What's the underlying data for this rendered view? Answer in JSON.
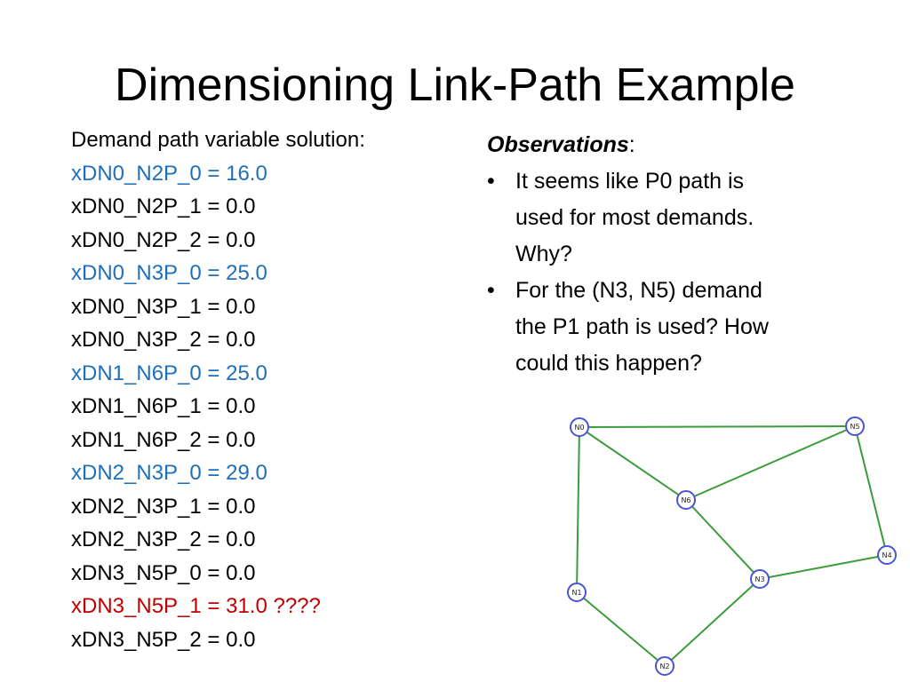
{
  "title": "Dimensioning Link-Path Example",
  "solution": {
    "heading": "Demand path variable solution:",
    "lines": [
      {
        "text": "xDN0_N2P_0 = 16.0",
        "color": "#1f6fb9"
      },
      {
        "text": "xDN0_N2P_1 = 0.0",
        "color": "#000000"
      },
      {
        "text": "xDN0_N2P_2 = 0.0",
        "color": "#000000"
      },
      {
        "text": "xDN0_N3P_0 = 25.0",
        "color": "#1f6fb9"
      },
      {
        "text": "xDN0_N3P_1 = 0.0",
        "color": "#000000"
      },
      {
        "text": "xDN0_N3P_2 = 0.0",
        "color": "#000000"
      },
      {
        "text": "xDN1_N6P_0 = 25.0",
        "color": "#1f6fb9"
      },
      {
        "text": "xDN1_N6P_1 = 0.0",
        "color": "#000000"
      },
      {
        "text": "xDN1_N6P_2 = 0.0",
        "color": "#000000"
      },
      {
        "text": "xDN2_N3P_0 = 29.0",
        "color": "#1f6fb9"
      },
      {
        "text": "xDN2_N3P_1 = 0.0",
        "color": "#000000"
      },
      {
        "text": "xDN2_N3P_2 = 0.0",
        "color": "#000000"
      },
      {
        "text": "xDN3_N5P_0 = 0.0",
        "color": "#000000"
      },
      {
        "text": "xDN3_N5P_1 = 31.0 ????",
        "color": "#c00000"
      },
      {
        "text": "xDN3_N5P_2 = 0.0",
        "color": "#000000"
      }
    ]
  },
  "observations": {
    "heading": "Observations",
    "heading_suffix": ":",
    "bullet": "•",
    "items": [
      "It seems like P0 path is used for most demands. Why?",
      "For the (N3, N5) demand the P1 path is used? How could this happen?"
    ]
  },
  "graph": {
    "nodes": [
      "N0",
      "N1",
      "N2",
      "N3",
      "N4",
      "N5",
      "N6"
    ],
    "edges": [
      [
        "N0",
        "N5"
      ],
      [
        "N0",
        "N1"
      ],
      [
        "N0",
        "N6"
      ],
      [
        "N6",
        "N5"
      ],
      [
        "N6",
        "N3"
      ],
      [
        "N5",
        "N4"
      ],
      [
        "N4",
        "N3"
      ],
      [
        "N3",
        "N2"
      ],
      [
        "N1",
        "N2"
      ]
    ],
    "colors": {
      "edge": "#3a9c3a",
      "node_stroke": "#4a55d6",
      "node_fill": "#ffffff"
    }
  }
}
